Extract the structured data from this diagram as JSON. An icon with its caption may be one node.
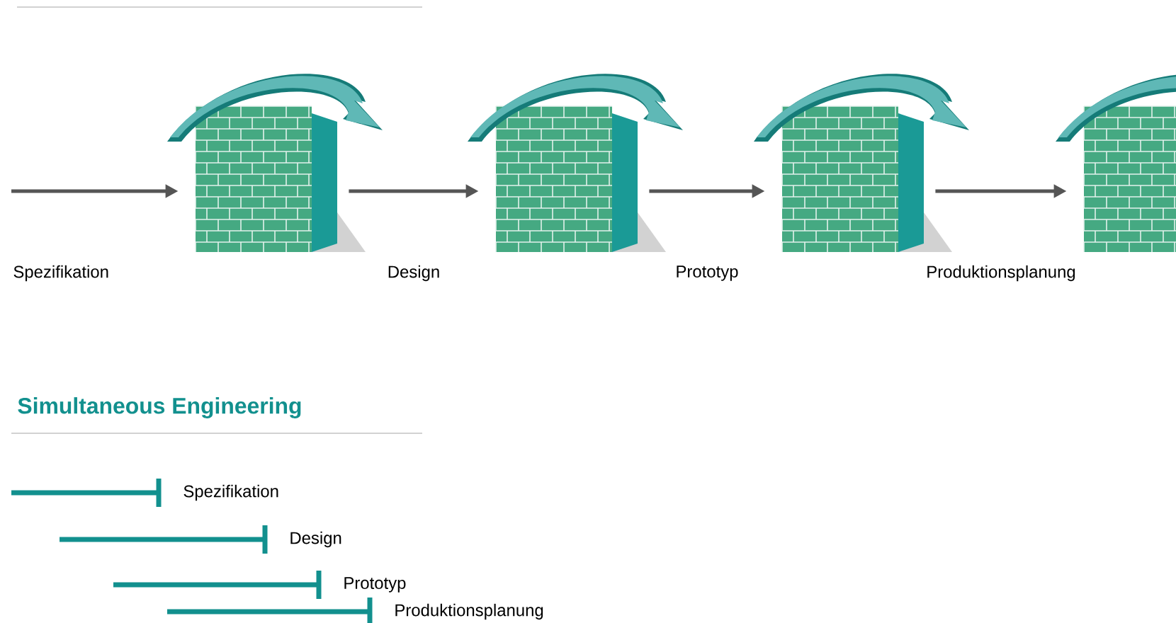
{
  "diagram": {
    "nodes": [
      {
        "text": [],
        "shape": "picture"
      },
      {
        "text": [],
        "shape": "picture"
      },
      {
        "text": [],
        "shape": "picture"
      },
      {
        "text": [],
        "shape": "picture"
      }
    ],
    "edges": [
      {
        "from": null,
        "to": 0,
        "arrow": "to",
        "label": "Spezifikation"
      },
      {
        "from": 0,
        "to": 1,
        "arrow": "to",
        "label": "Design"
      },
      {
        "from": 1,
        "to": 2,
        "arrow": "to",
        "label": "Prototyp"
      },
      {
        "from": 2,
        "to": 3,
        "arrow": "to",
        "label": "Produktionsplanung"
      }
    ],
    "labels": [
      "Simultaneous Engineering",
      "Spezifikation",
      "Design",
      "Prototyp",
      "Produktionsplanung"
    ]
  }
}
